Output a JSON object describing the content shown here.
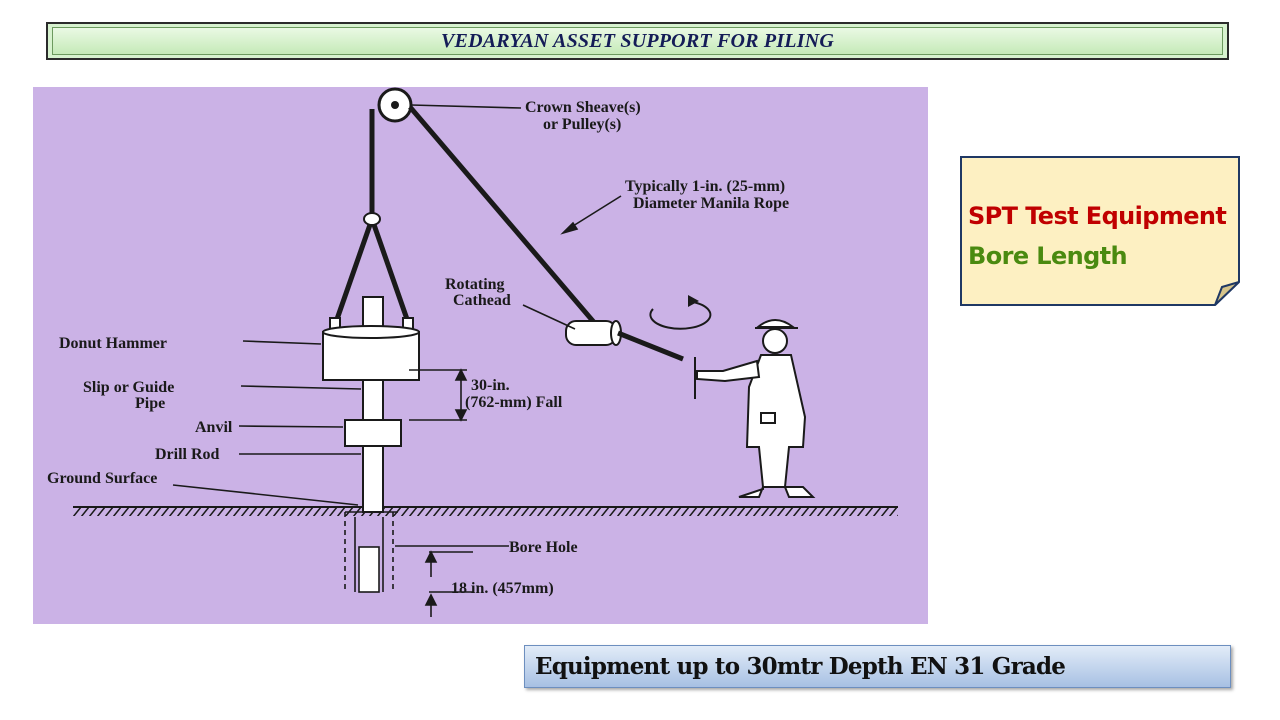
{
  "header": {
    "title": "VEDARYAN ASSET SUPPORT FOR PILING"
  },
  "diagram": {
    "labels": {
      "crown_sheave_1": "Crown Sheave(s)",
      "crown_sheave_2": "or Pulley(s)",
      "rope_1": "Typically 1-in. (25-mm)",
      "rope_2": "Diameter Manila Rope",
      "cathead_1": "Rotating",
      "cathead_2": "Cathead",
      "donut_hammer": "Donut Hammer",
      "slip_pipe_1": "Slip or Guide",
      "slip_pipe_2": "Pipe",
      "fall_1": "30-in.",
      "fall_2": "(762-mm) Fall",
      "anvil": "Anvil",
      "drill_rod": "Drill Rod",
      "ground_surface": "Ground Surface",
      "bore_hole": "Bore Hole",
      "sampler_length": "18 in. (457mm)"
    }
  },
  "callout": {
    "line1": "SPT Test Equipment",
    "line2": "Bore Length"
  },
  "banner": {
    "text": "Equipment up to 30mtr Depth EN 31 Grade"
  }
}
